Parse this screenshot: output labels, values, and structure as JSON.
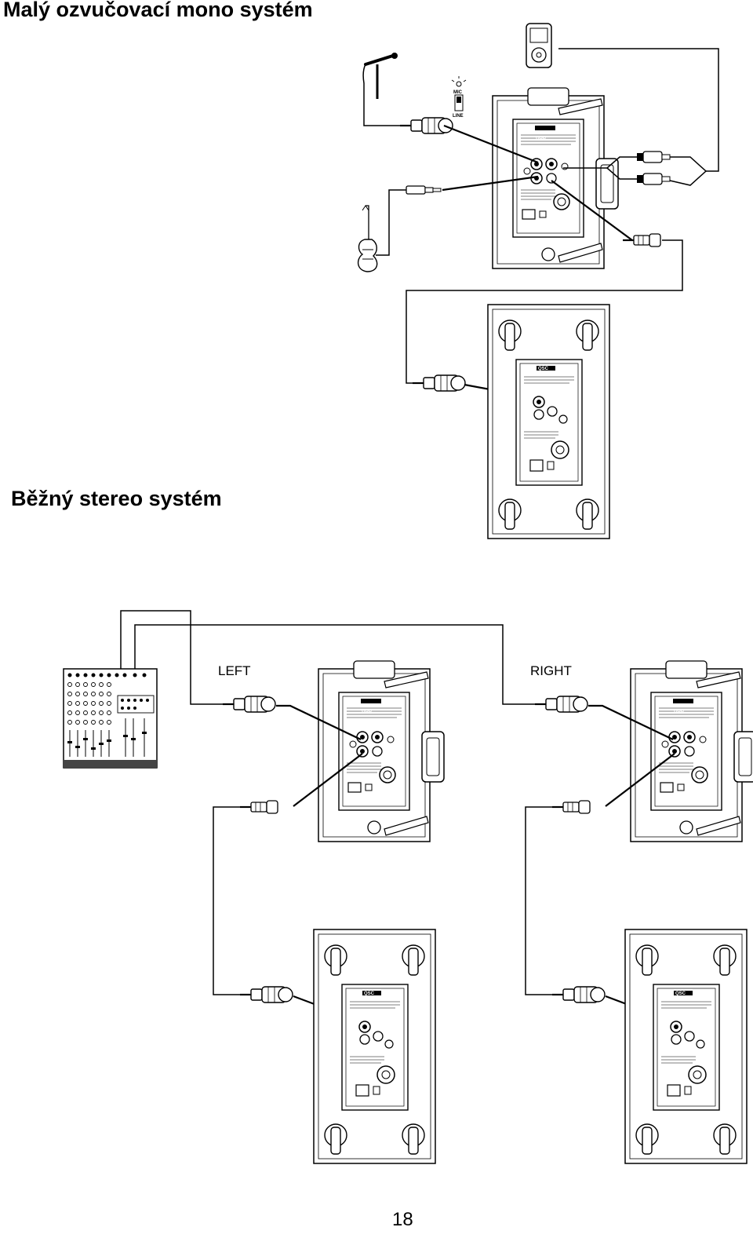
{
  "headings": {
    "mono": "Malý ozvučovací mono systém",
    "stereo": "Běžný stereo systém"
  },
  "labels": {
    "left": "LEFT",
    "right": "RIGHT",
    "brand": "QSC",
    "mic": "MIC",
    "line": "LINE"
  },
  "page_number": "18",
  "icons": [
    "microphone-icon",
    "mp3-player-icon",
    "electric-guitar-icon",
    "mixer-icon",
    "xlr-connector-icon",
    "rca-connector-icon",
    "jack-connector-icon",
    "loudspeaker-icon",
    "subwoofer-icon"
  ]
}
